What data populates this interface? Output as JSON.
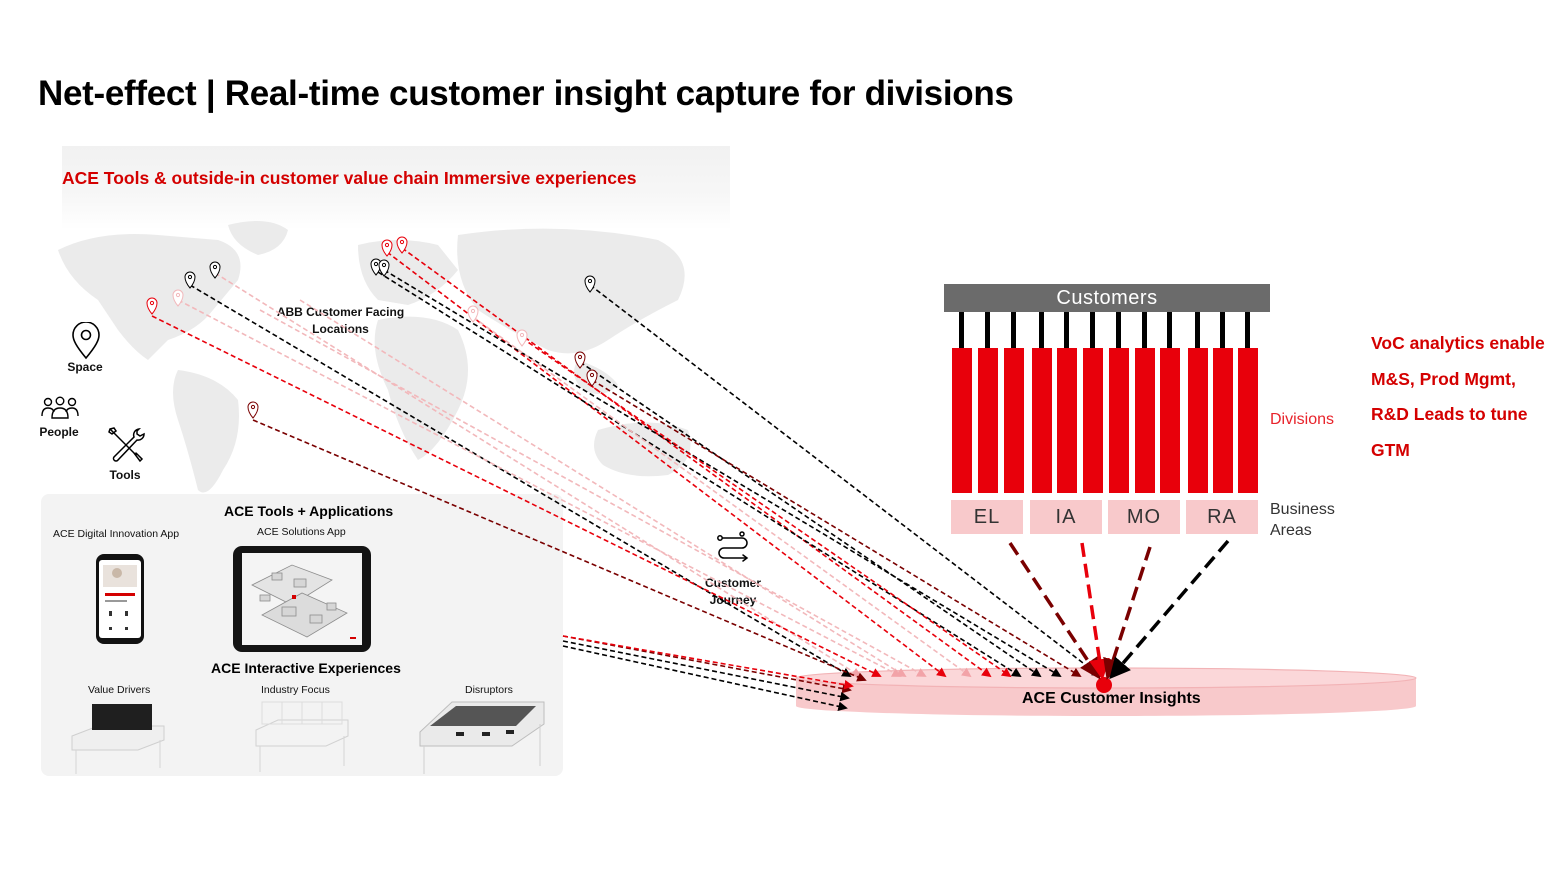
{
  "title": "Net-effect | Real-time customer insight capture for divisions",
  "banner": {
    "text": "ACE Tools & outside-in customer value chain Immersive experiences"
  },
  "map": {
    "locations_label_line1": "ABB Customer Facing",
    "locations_label_line2": "Locations"
  },
  "dimensions": [
    {
      "label": "Space",
      "icon": "map-pin-icon"
    },
    {
      "label": "People",
      "icon": "people-group-icon"
    },
    {
      "label": "Tools",
      "icon": "tools-icon"
    }
  ],
  "journey": {
    "line1": "Customer",
    "line2": "Journey",
    "icon": "customer-journey-icon"
  },
  "tools_panel": {
    "heading": "ACE Tools +  Applications",
    "digital_app_label": "ACE Digital Innovation App",
    "solutions_app_label": "ACE Solutions App",
    "experiences_heading": "ACE Interactive Experiences",
    "experiences": [
      "Value Drivers",
      "Industry Focus",
      "Disruptors"
    ]
  },
  "org": {
    "customers_label": "Customers",
    "divisions_label": "Divisions",
    "business_areas_label_line1": "Business",
    "business_areas_label_line2": "Areas",
    "business_areas": [
      "EL",
      "IA",
      "MO",
      "RA"
    ],
    "division_count": 12
  },
  "voc": {
    "line1": "VoC analytics enable",
    "line2": "M&S, Prod Mgmt,",
    "line3": "R&D Leads to tune",
    "line4": "GTM"
  },
  "insights": {
    "label": "ACE Customer Insights"
  },
  "colors": {
    "accent_red": "#e8000b",
    "dark_red": "#7a0000",
    "mid_red": "#c0000a",
    "pink": "#f8c9cb",
    "light_pink": "#f2b8bb",
    "customers_bar": "#6b6b6b",
    "black": "#000000"
  }
}
